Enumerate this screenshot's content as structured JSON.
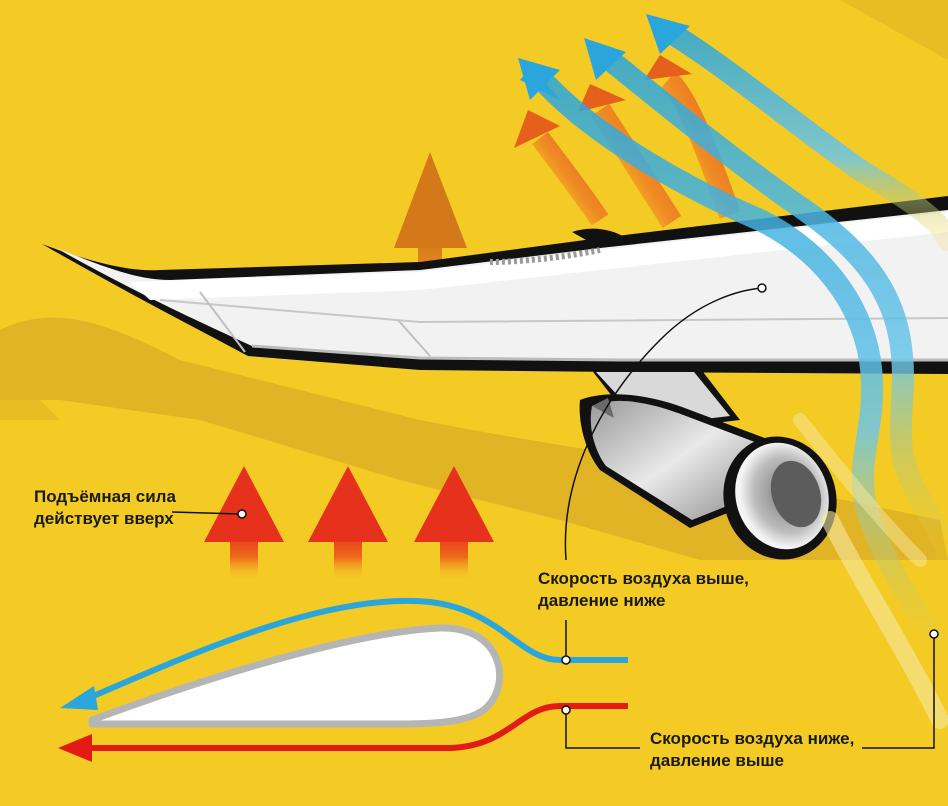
{
  "labels": {
    "lift": {
      "line1": "Подъёмная сила",
      "line2": "действует вверх"
    },
    "upper": {
      "line1": "Скорость воздуха выше,",
      "line2": "давление ниже"
    },
    "lower": {
      "line1": "Скорость воздуха ниже,",
      "line2": "давление выше"
    }
  },
  "colors": {
    "background": "#f4cb25",
    "shadow": "#e0b424",
    "upper_flow": "#2aa6dc",
    "lower_flow": "#e21b17",
    "lift_arrow": "#e6321d",
    "wing": "#f2f2f2",
    "outline": "#111111"
  }
}
